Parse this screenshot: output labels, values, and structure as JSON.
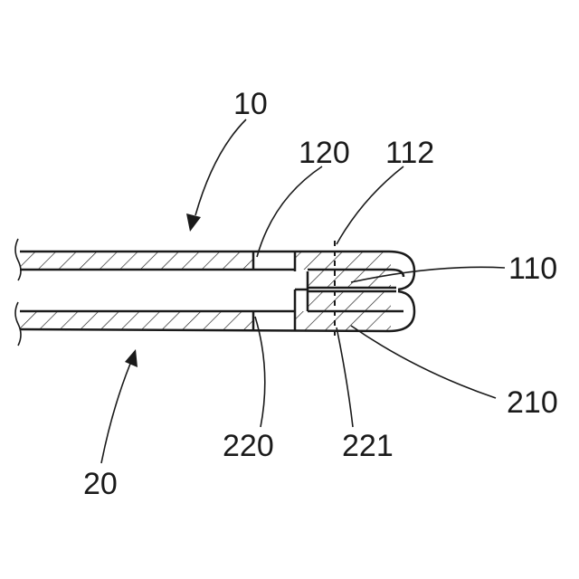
{
  "labels": {
    "l10": "10",
    "l20": "20",
    "l110": "110",
    "l112": "112",
    "l120": "120",
    "l210": "210",
    "l220": "220",
    "l221": "221"
  },
  "colors": {
    "ink": "#1a1a1a",
    "background": "#ffffff"
  }
}
